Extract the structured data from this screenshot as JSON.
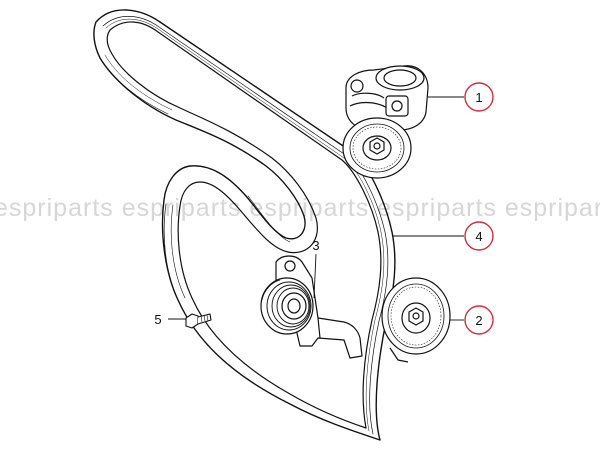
{
  "watermark": {
    "text": "espriparts espriparts espriparts espriparts espriparts espriparts"
  },
  "callouts": [
    {
      "id": "1",
      "label": "1",
      "highlighted": true
    },
    {
      "id": "2",
      "label": "2",
      "highlighted": true
    },
    {
      "id": "3",
      "label": "3",
      "highlighted": false
    },
    {
      "id": "4",
      "label": "4",
      "highlighted": true
    },
    {
      "id": "5",
      "label": "5",
      "highlighted": false
    }
  ],
  "colors": {
    "line": "#111111",
    "highlight_ring": "#c8323c",
    "watermark": "#d6d6d6",
    "background": "#ffffff"
  }
}
